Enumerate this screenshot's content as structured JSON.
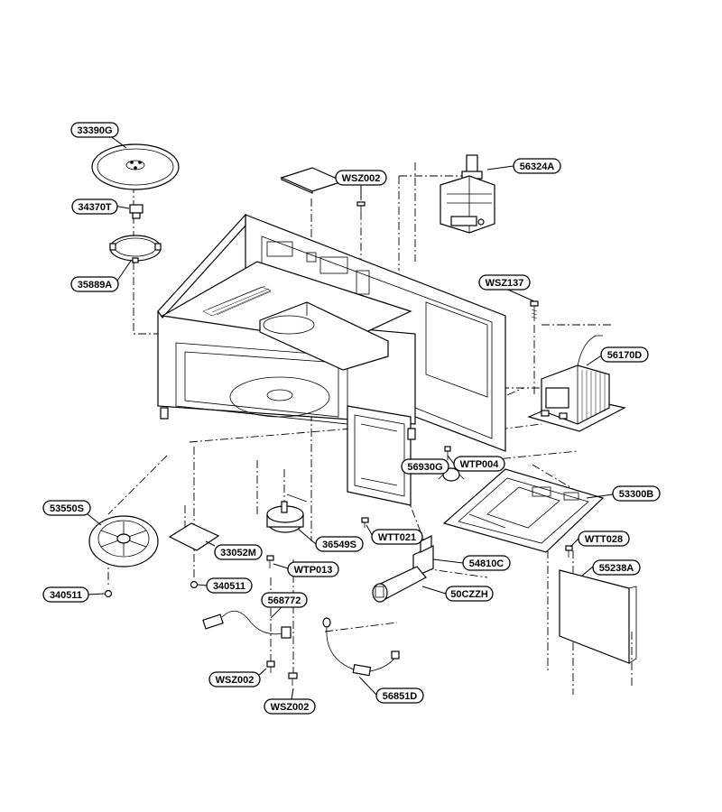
{
  "diagram": {
    "parts": [
      {
        "id": "p-33390G",
        "label": "33390G"
      },
      {
        "id": "p-34370T",
        "label": "34370T"
      },
      {
        "id": "p-35889A",
        "label": "35889A"
      },
      {
        "id": "p-WSZ002-top",
        "label": "WSZ002"
      },
      {
        "id": "p-56324A",
        "label": "56324A"
      },
      {
        "id": "p-WSZ137",
        "label": "WSZ137"
      },
      {
        "id": "p-56170D",
        "label": "56170D"
      },
      {
        "id": "p-56930G",
        "label": "56930G"
      },
      {
        "id": "p-WTP004",
        "label": "WTP004"
      },
      {
        "id": "p-53300B",
        "label": "53300B"
      },
      {
        "id": "p-53550S",
        "label": "53550S"
      },
      {
        "id": "p-33052M",
        "label": "33052M"
      },
      {
        "id": "p-36549S",
        "label": "36549S"
      },
      {
        "id": "p-WTT021",
        "label": "WTT021"
      },
      {
        "id": "p-WTT028",
        "label": "WTT028"
      },
      {
        "id": "p-54810C",
        "label": "54810C"
      },
      {
        "id": "p-55238A",
        "label": "55238A"
      },
      {
        "id": "p-WTP013",
        "label": "WTP013"
      },
      {
        "id": "p-340511-left",
        "label": "340511"
      },
      {
        "id": "p-340511-mid",
        "label": "340511"
      },
      {
        "id": "p-568772",
        "label": "568772"
      },
      {
        "id": "p-50CZZH",
        "label": "50CZZH"
      },
      {
        "id": "p-WSZ002-bot1",
        "label": "WSZ002"
      },
      {
        "id": "p-WSZ002-bot2",
        "label": "WSZ002"
      },
      {
        "id": "p-56851D",
        "label": "56851D"
      }
    ]
  }
}
